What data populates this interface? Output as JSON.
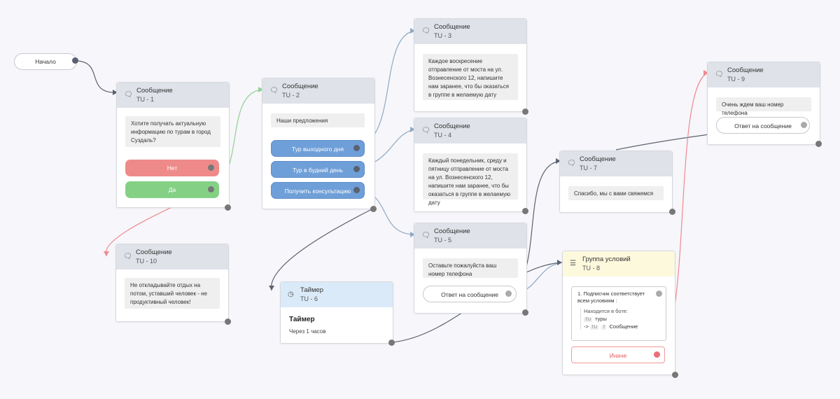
{
  "start": {
    "label": "Начало"
  },
  "nodes": {
    "tu1": {
      "title": "Сообщение",
      "id": "TU - 1",
      "message": "Хотите получать актуальную информацию по турам в город Суздаль?",
      "buttons": [
        "Нет",
        "Да"
      ]
    },
    "tu2": {
      "title": "Сообщение",
      "id": "TU - 2",
      "message": "Наши предложения",
      "buttons": [
        "Тур выходного дня",
        "Тур в будний день",
        "Получить консультацию"
      ]
    },
    "tu3": {
      "title": "Сообщение",
      "id": "TU - 3",
      "message": "Каждое воскресение отправление от моста на ул. Вознесенского 12, напишите нам заранее, что бы оказаться в группе в желаемую дату"
    },
    "tu4": {
      "title": "Сообщение",
      "id": "TU - 4",
      "message": "Каждый понедельник, среду и пятницу отправление от моста на ул. Вознесенского 12, напишите нам заранее, что бы оказаться в группе в желаемую дату"
    },
    "tu5": {
      "title": "Сообщение",
      "id": "TU - 5",
      "message": "Оставьте пожалуйста ваш номер телефона",
      "reply": "Ответ на сообщение"
    },
    "tu6": {
      "title": "Таймер",
      "id": "TU - 6",
      "timer_title": "Таймер",
      "timer_text": "Через 1 часов"
    },
    "tu7": {
      "title": "Сообщение",
      "id": "TU - 7",
      "message": "Спасибо, мы с вами свяжемся"
    },
    "tu8": {
      "title": "Группа условий",
      "id": "TU - 8",
      "condition_line1": "1. Подписчик соответствует",
      "condition_line2": "всем условиям :",
      "in_bot": "Находится в боте:",
      "tag1": "TU",
      "bot_name": "туры",
      "arrow": "->",
      "tag2": "TU",
      "tag3": "7",
      "step_name": "Сообщение",
      "else": "Иначе"
    },
    "tu9": {
      "title": "Сообщение",
      "id": "TU - 9",
      "message": "Очень ждем ваш номер телефона",
      "reply": "Ответ на сообщение"
    },
    "tu10": {
      "title": "Сообщение",
      "id": "TU - 10",
      "message": "Не откладывайте отдых на потом, уставший человек - не продуктивный человек!"
    }
  },
  "icons": {
    "message": "speech-bubble-icon",
    "timer": "clock-icon",
    "conditions": "layers-icon"
  },
  "colors": {
    "canvas": "#f7f6fa",
    "header": "#dfe2e8",
    "timer_header": "#dbeaf8",
    "condition_header": "#fdf9dd",
    "button_blue": "#6f9fd8",
    "button_red": "#ef8a8a",
    "button_green": "#84d186",
    "wire_dark": "#5d6370",
    "wire_blue": "#8ea9c4",
    "wire_green": "#8fd191",
    "wire_red": "#ee8a92"
  }
}
